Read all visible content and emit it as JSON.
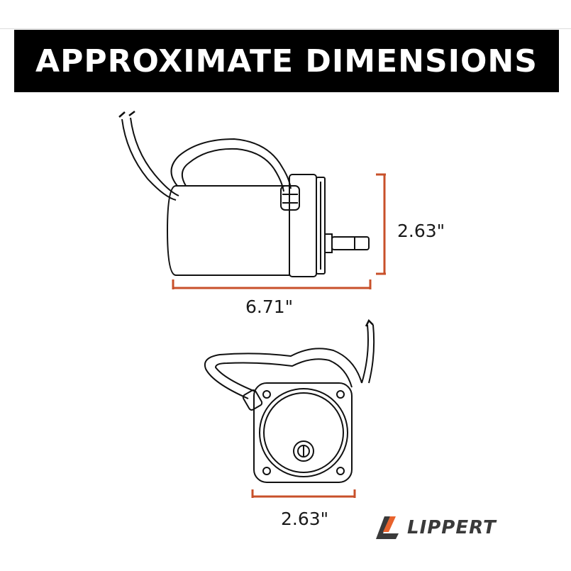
{
  "header": {
    "title": "APPROXIMATE DIMENSIONS"
  },
  "dimensions": {
    "side_height": "2.63\"",
    "side_length": "6.71\"",
    "end_width": "2.63\""
  },
  "brand": {
    "name": "LIPPERT"
  },
  "colors": {
    "banner": "#000000",
    "dimension_line": "#c8502a",
    "drawing": "#111111",
    "logo_orange": "#e8622c",
    "logo_gray": "#3a3a3a"
  }
}
